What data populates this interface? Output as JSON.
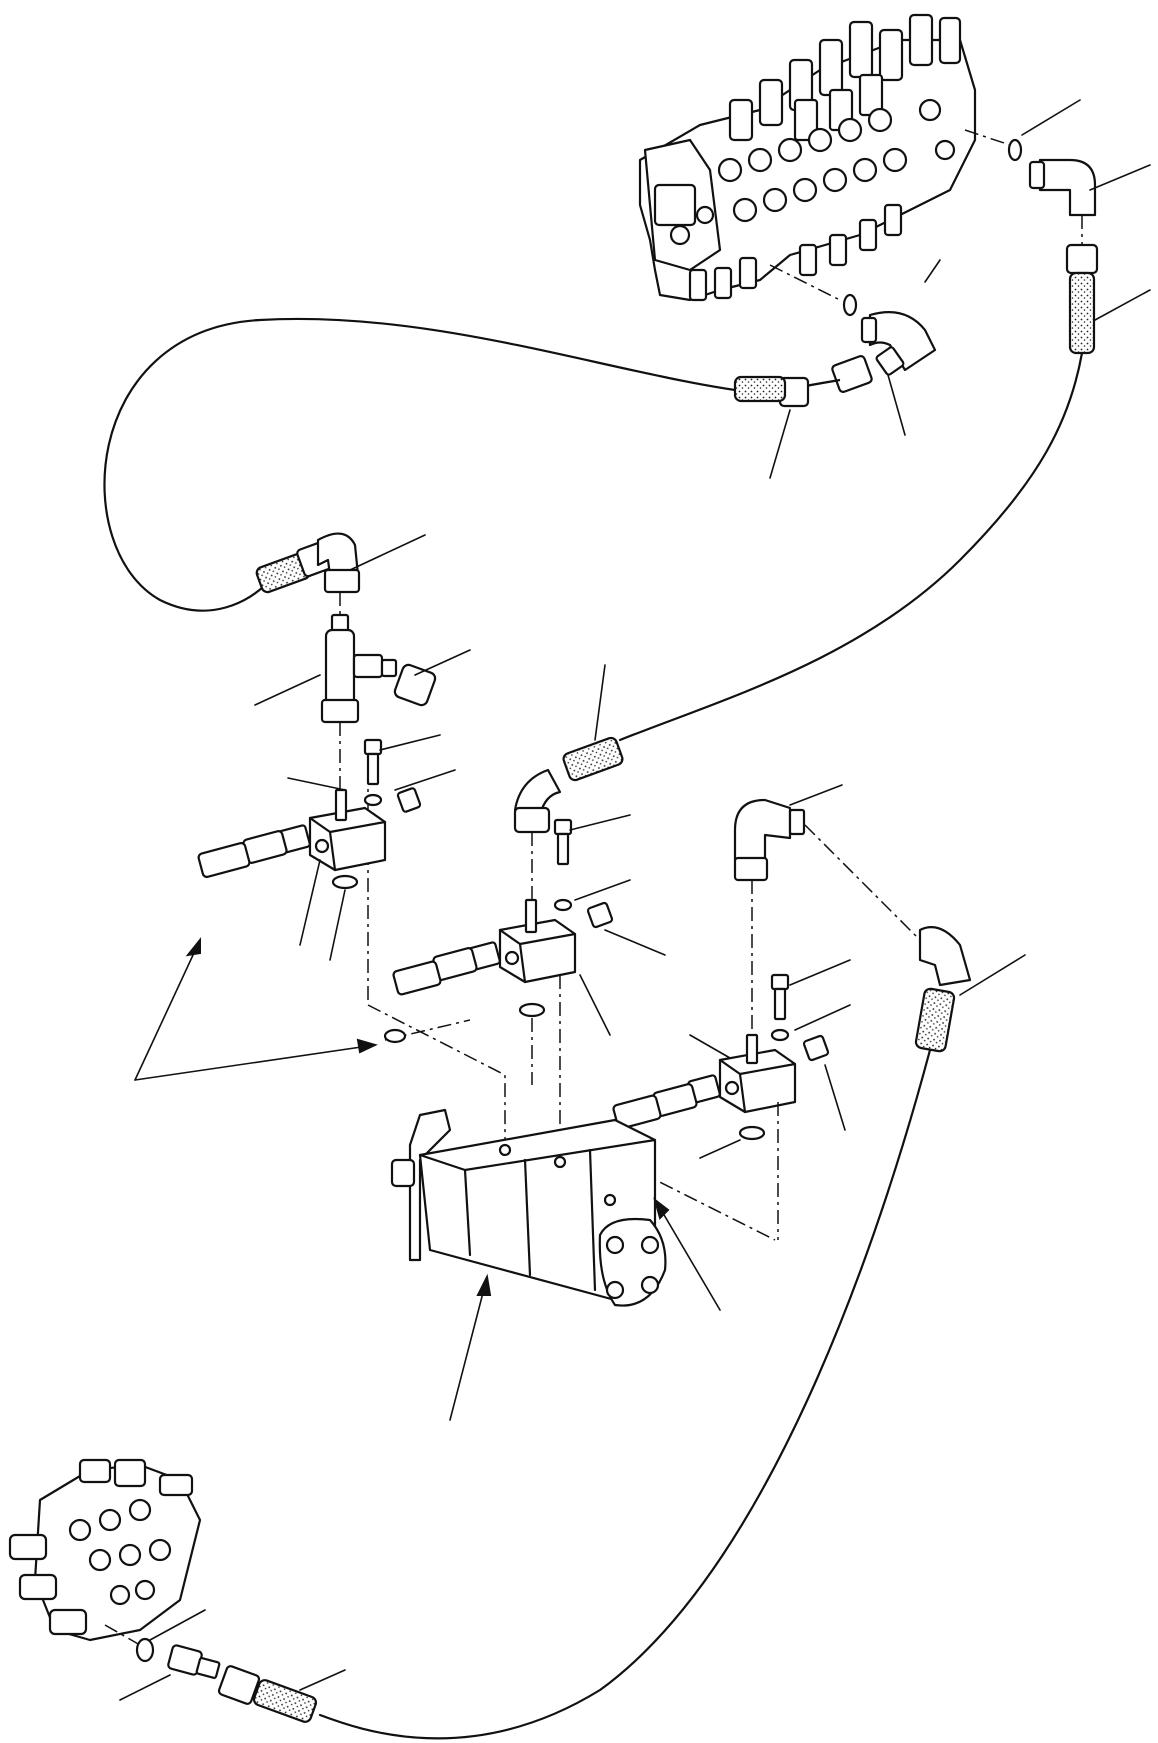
{
  "diagram": {
    "parts": [
      {
        "id": "main-control-valve",
        "icon": "control-valve-icon"
      },
      {
        "id": "pilot-control-valve",
        "icon": "control-valve-icon"
      },
      {
        "id": "triple-gear-pump",
        "icon": "gear-pump-icon"
      },
      {
        "id": "relief-block-left",
        "icon": "valve-block-icon"
      },
      {
        "id": "relief-block-center",
        "icon": "valve-block-icon"
      },
      {
        "id": "relief-block-right",
        "icon": "valve-block-icon"
      },
      {
        "id": "tee-fitting",
        "icon": "tee-fitting-icon"
      },
      {
        "id": "elbow-fitting",
        "icon": "elbow-icon"
      },
      {
        "id": "hydraulic-hose",
        "icon": "hose-icon"
      },
      {
        "id": "o-ring",
        "icon": "o-ring-icon"
      },
      {
        "id": "cap-screw",
        "icon": "screw-icon"
      },
      {
        "id": "plug",
        "icon": "plug-icon"
      },
      {
        "id": "adapter",
        "icon": "adapter-icon"
      }
    ],
    "line_color": "#111111",
    "background": "#ffffff"
  }
}
